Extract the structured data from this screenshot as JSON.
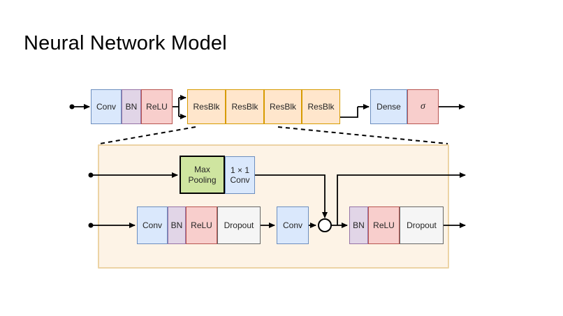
{
  "title": "Neural Network Model",
  "pipeline": {
    "input_stage": {
      "conv": "Conv",
      "bn": "BN",
      "relu": "ReLU"
    },
    "res_blocks": [
      "ResBlk",
      "ResBlk",
      "ResBlk",
      "ResBlk"
    ],
    "output_stage": {
      "dense": "Dense",
      "activation": "σ"
    }
  },
  "resblock_detail": {
    "skip_path": {
      "max_pooling": "Max Pooling",
      "conv_1x1": "1 × 1 Conv"
    },
    "main_path": {
      "conv": "Conv",
      "bn": "BN",
      "relu": "ReLU",
      "dropout": "Dropout",
      "conv2": "Conv"
    },
    "post_merge": {
      "bn": "BN",
      "relu": "ReLU",
      "dropout": "Dropout"
    }
  },
  "colors": {
    "blue-fill": "#dae8fc",
    "blue-border": "#6c8ebf",
    "purple-fill": "#e1d5e7",
    "purple-border": "#9673a6",
    "red-fill": "#f8cecc",
    "red-border": "#b85450",
    "orange-fill": "#ffe6cc",
    "orange-border": "#d79b00",
    "green-fill": "#cfe5a0",
    "green-border": "#000000",
    "gray-fill": "#f5f5f5",
    "gray-border": "#666666",
    "container-fill": "#fdf3e6",
    "container-border": "#ecd3a4",
    "line": "#000000"
  }
}
